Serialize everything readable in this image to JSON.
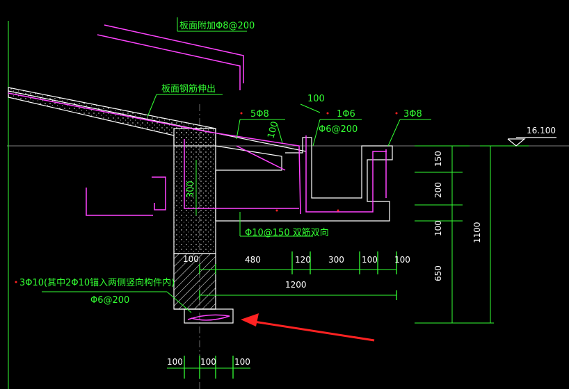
{
  "colors": {
    "background": "#000000",
    "dimension": "#33ff33",
    "concrete": "#ffffff",
    "rebar": "#ff44ff",
    "arrow": "#ff2222"
  },
  "labels": {
    "slab_added_bar": "板面附加Φ8@200",
    "slab_bar_extension": "板面钢筋伸出",
    "bar_5phi8": "5Φ8",
    "bar_1phi6": "1Φ6",
    "stirrup_phi6_200_top": "Φ6@200",
    "bar_3phi8": "3Φ8",
    "bottom_slab_bars": "Φ10@150 双筋双向",
    "beam_bottom_bars": "3Φ10(其中2Φ10锚入两侧竖向构件内)",
    "beam_stirrup": "Φ6@200",
    "elevation": "16.100"
  },
  "dimensions": {
    "top_100": "100",
    "slope_100": "100",
    "height_300": "300",
    "col_100": "100",
    "d_480": "480",
    "d_120": "120",
    "d_300": "300",
    "d_100a": "100",
    "d_100b": "100",
    "total_1200": "1200",
    "v_150": "150",
    "v_200": "200",
    "v_100": "100",
    "v_650": "650",
    "v_1100": "1100",
    "b_100a": "100",
    "b_100b": "100",
    "b_100c": "100"
  }
}
